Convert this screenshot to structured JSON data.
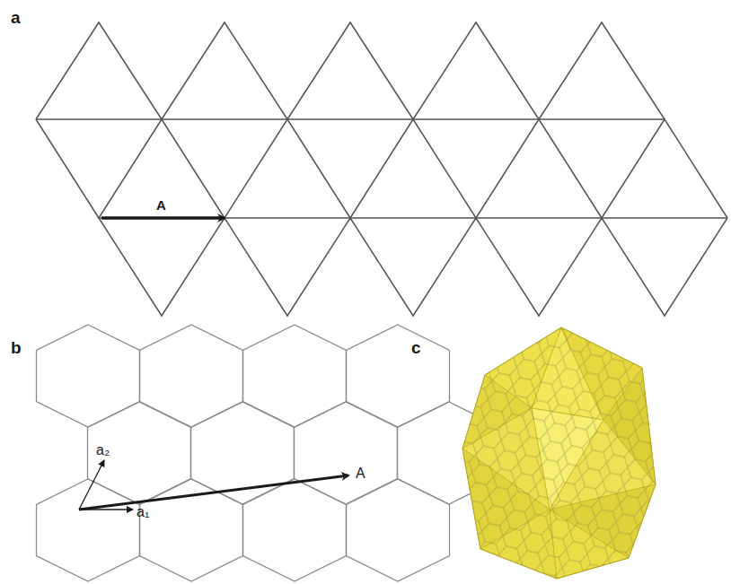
{
  "diagram": {
    "labels": [
      "a",
      "A",
      "b",
      "a₂",
      "a₁",
      "A",
      "c"
    ]
  }
}
